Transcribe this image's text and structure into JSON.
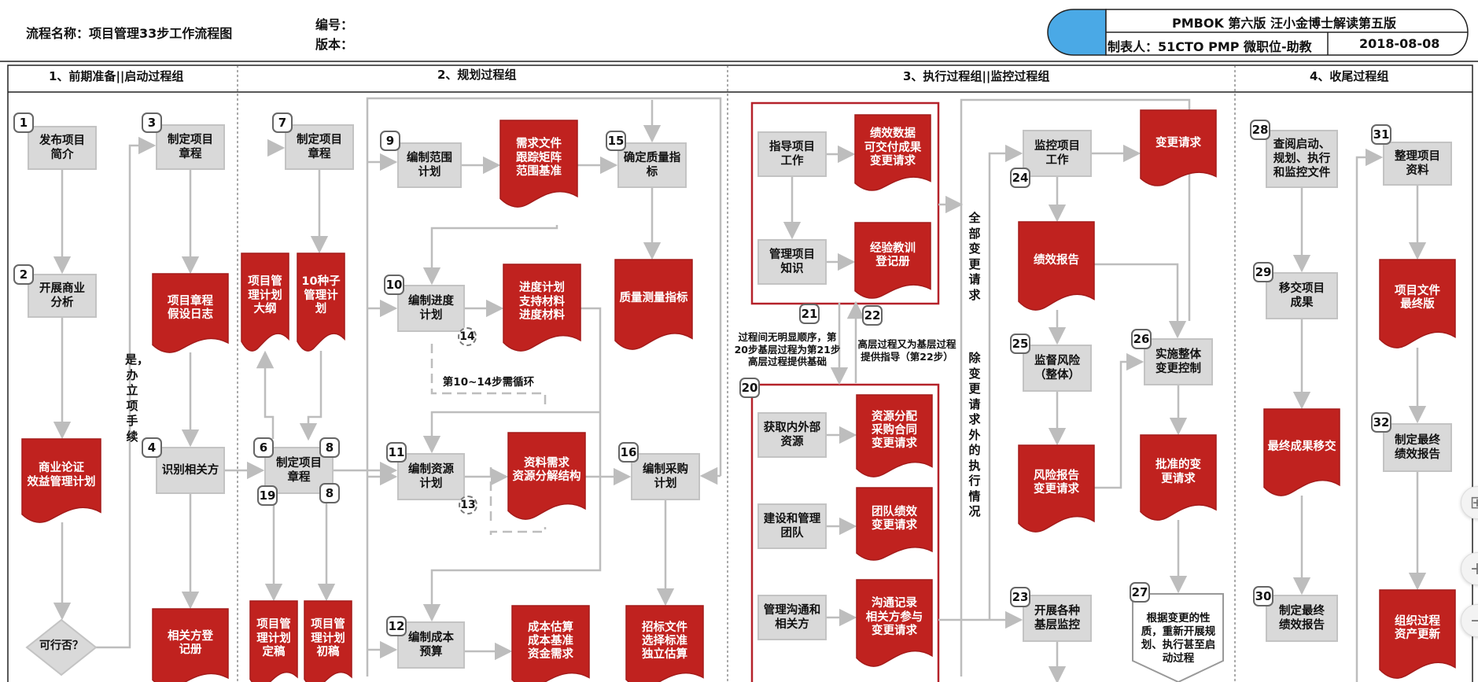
{
  "header": {
    "flow_name": "流程名称：项目管理33步工作流程图",
    "number_label": "编号：",
    "version_label": "版本：",
    "title": "PMBOK 第六版 汪小金博士解读第五版",
    "author": "制表人：51CTO PMP 微职位-助教",
    "date": "2018-08-08",
    "accent_color": "#4aa9e6"
  },
  "columns": [
    {
      "label": "1、前期准备||启动过程组"
    },
    {
      "label": "2、规划过程组"
    },
    {
      "label": "3、执行过程组||监控过程组"
    },
    {
      "label": "4、收尾过程组"
    }
  ],
  "colors": {
    "box_fill": "#d9d9d9",
    "box_border": "#c3c3c3",
    "doc_fill": "#c0221f",
    "frame": "#b5222a",
    "connector": "#bdbdbd"
  },
  "boxes": [
    {
      "id": "b1",
      "text": "发布项目\n简介"
    },
    {
      "id": "b2",
      "text": "开展商业\n分析"
    },
    {
      "id": "b3",
      "text": "制定项目\n章程"
    },
    {
      "id": "b4",
      "text": "识别相关方"
    },
    {
      "id": "b7",
      "text": "制定项目\n章程"
    },
    {
      "id": "b6",
      "text": "制定项目\n章程"
    },
    {
      "id": "b9",
      "text": "编制范围\n计划"
    },
    {
      "id": "b10",
      "text": "编制进度\n计划"
    },
    {
      "id": "b11",
      "text": "编制资源\n计划"
    },
    {
      "id": "b12",
      "text": "编制成本\n预算"
    },
    {
      "id": "b15",
      "text": "确定质量指\n标"
    },
    {
      "id": "b16",
      "text": "编制采购\n计划"
    },
    {
      "id": "b_guide",
      "text": "指导项目\n工作"
    },
    {
      "id": "b_know",
      "text": "管理项目\n知识"
    },
    {
      "id": "b_acq",
      "text": "获取内外部\n资源"
    },
    {
      "id": "b_team",
      "text": "建设和管理\n团队"
    },
    {
      "id": "b_comm",
      "text": "管理沟通和\n相关方"
    },
    {
      "id": "b24",
      "text": "监控项目\n工作"
    },
    {
      "id": "b25",
      "text": "监督风险\n（整体）"
    },
    {
      "id": "b23",
      "text": "开展各种\n基层监控"
    },
    {
      "id": "b26",
      "text": "实施整体\n变更控制"
    },
    {
      "id": "b28",
      "text": "查阅启动、\n规划、执行\n和监控文件"
    },
    {
      "id": "b29",
      "text": "移交项目\n成果"
    },
    {
      "id": "b30",
      "text": "制定最终\n绩效报告"
    },
    {
      "id": "b31",
      "text": "整理项目\n资料"
    },
    {
      "id": "b32",
      "text": "制定最终\n绩效报告"
    }
  ],
  "documents": [
    {
      "id": "d_bc",
      "text": "商业论证\n效益管理计划"
    },
    {
      "id": "d_assume",
      "text": "项目章程\n假设日志"
    },
    {
      "id": "d_reg",
      "text": "相关方登\n记册"
    },
    {
      "id": "d_outline",
      "text": "项目管\n理计划\n大纲"
    },
    {
      "id": "d_sub",
      "text": "10种子\n管理计\n划"
    },
    {
      "id": "d_final",
      "text": "项目管\n理计划\n定稿"
    },
    {
      "id": "d_draft",
      "text": "项目管\n理计划\n初稿"
    },
    {
      "id": "d_req",
      "text": "需求文件\n跟踪矩阵\n范围基准"
    },
    {
      "id": "d_sched",
      "text": "进度计划\n支持材料\n进度材料"
    },
    {
      "id": "d_resreq",
      "text": "资料需求\n资源分解结构"
    },
    {
      "id": "d_cost",
      "text": "成本估算\n成本基准\n资金需求"
    },
    {
      "id": "d_qm",
      "text": "质量测量指标"
    },
    {
      "id": "d_bid",
      "text": "招标文件\n选择标准\n独立估算"
    },
    {
      "id": "d_perf",
      "text": "绩效数据\n可交付成果\n变更请求"
    },
    {
      "id": "d_lessons",
      "text": "经验教训\n登记册"
    },
    {
      "id": "d_alloc",
      "text": "资源分配\n采购合同\n变更请求"
    },
    {
      "id": "d_teamperf",
      "text": "团队绩效\n变更请求"
    },
    {
      "id": "d_commrec",
      "text": "沟通记录\n相关方参与\n变更请求"
    },
    {
      "id": "d_cr",
      "text": "变更请求"
    },
    {
      "id": "d_pr",
      "text": "绩效报告"
    },
    {
      "id": "d_risk",
      "text": "风险报告\n变更请求"
    },
    {
      "id": "d_approved",
      "text": "批准的变\n更请求"
    },
    {
      "id": "d_handover",
      "text": "最终成果移交"
    },
    {
      "id": "d_docs",
      "text": "项目文件\n最终版"
    },
    {
      "id": "d_assets",
      "text": "组织过程\n资产更新"
    }
  ],
  "decision": {
    "text": "可行否？"
  },
  "badges": [
    "1",
    "2",
    "3",
    "4",
    "6",
    "7",
    "8",
    "8",
    "19",
    "9",
    "10",
    "11",
    "12",
    "13",
    "14",
    "15",
    "16",
    "20",
    "21",
    "22",
    "23",
    "24",
    "25",
    "26",
    "27",
    "28",
    "29",
    "30",
    "31",
    "32"
  ],
  "notes": {
    "loop": "第10~14步需循环",
    "yes": "是，办立项手续",
    "all_cr": "全部变更请求",
    "except_cr": "除变更请求外的执行情况",
    "n21": "过程间无明显顺序，第\n20步基层过程为第21步\n高层过程提供基础",
    "n22": "高层过程又为基层过程\n提供指导（第22步）",
    "n27": "根据变更的性\n质，重新开展规\n划、执行甚至启\n动过程"
  },
  "zoom": {
    "fit": "⊞",
    "in": "+",
    "out": "−"
  }
}
